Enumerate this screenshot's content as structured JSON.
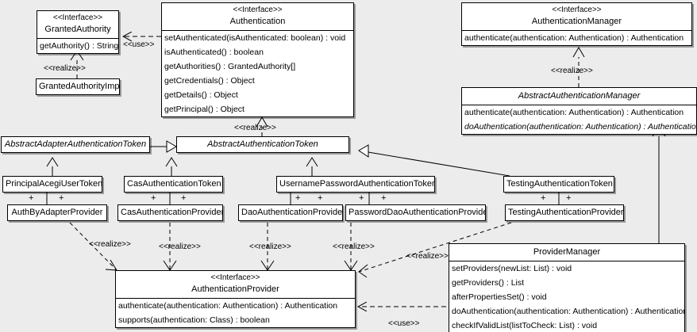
{
  "diagram": {
    "type": "uml-class-diagram",
    "background_color": "#ececec",
    "box_fill": "#ffffff",
    "line_color": "#000000"
  },
  "classes": {
    "granted_authority": {
      "stereotype": "<<Interface>>",
      "name": "GrantedAuthority",
      "operations": [
        "getAuthority() : String"
      ]
    },
    "granted_authority_impl": {
      "name": "GrantedAuthorityImpl"
    },
    "authentication": {
      "stereotype": "<<Interface>>",
      "name": "Authentication",
      "operations": [
        "setAuthenticated(isAuthenticated: boolean) : void",
        "isAuthenticated() : boolean",
        "getAuthorities() : GrantedAuthority[]",
        "getCredentials() : Object",
        "getDetails() : Object",
        "getPrincipal() : Object"
      ]
    },
    "authentication_manager": {
      "stereotype": "<<Interface>>",
      "name": "AuthenticationManager",
      "operations": [
        "authenticate(authentication: Authentication) : Authentication"
      ]
    },
    "abstract_authentication_manager": {
      "name": "AbstractAuthenticationManager",
      "operations": [
        "authenticate(authentication: Authentication) : Authentication",
        "doAuthentication(authentication: Authentication) : Authentication"
      ]
    },
    "abstract_adapter_authentication_token": {
      "name": "AbstractAdapterAuthenticationToken"
    },
    "abstract_authentication_token": {
      "name": "AbstractAuthenticationToken"
    },
    "principal_acegi_user_token": {
      "name": "PrincipalAcegiUserToken"
    },
    "cas_authentication_token": {
      "name": "CasAuthenticationToken"
    },
    "username_password_authentication_token": {
      "name": "UsernamePasswordAuthenticationToken"
    },
    "testing_authentication_token": {
      "name": "TestingAuthenticationToken"
    },
    "auth_by_adapter_provider": {
      "name": "AuthByAdapterProvider"
    },
    "cas_authentication_provider": {
      "name": "CasAuthenticationProvider"
    },
    "dao_authentication_provider": {
      "name": "DaoAuthenticationProvider"
    },
    "password_dao_authentication_provider": {
      "name": "PasswordDaoAuthenticationProvider"
    },
    "testing_authentication_provider": {
      "name": "TestingAuthenticationProvider"
    },
    "authentication_provider": {
      "stereotype": "<<Interface>>",
      "name": "AuthenticationProvider",
      "operations": [
        "authenticate(authentication: Authentication) : Authentication",
        "supports(authentication: Class) : boolean"
      ]
    },
    "provider_manager": {
      "name": "ProviderManager",
      "operations": [
        "setProviders(newList: List) : void",
        "getProviders() : List",
        "afterPropertiesSet() : void",
        "doAuthentication(authentication: Authentication) : Authentication",
        "checkIfValidList(listToCheck: List) : void"
      ]
    }
  },
  "relation_labels": {
    "use_authentication_grantedauthority": "<<use>>",
    "realize_grantedauthorityimpl": "<<realize>>",
    "realize_abstractauthenticationtoken": "<<realize>>",
    "realize_abstractauthenticationmanager": "<<realize>>",
    "realize_authbyadapter": "<<realize>>",
    "realize_cas": "<<realize>>",
    "realize_dao": "<<realize>>",
    "realize_passworddao": "<<realize>>",
    "realize_testing": "<<realize>>",
    "use_providermanager_authenticationprovider": "<<use>>"
  },
  "multiplicity_markers": {
    "plus": "+"
  }
}
